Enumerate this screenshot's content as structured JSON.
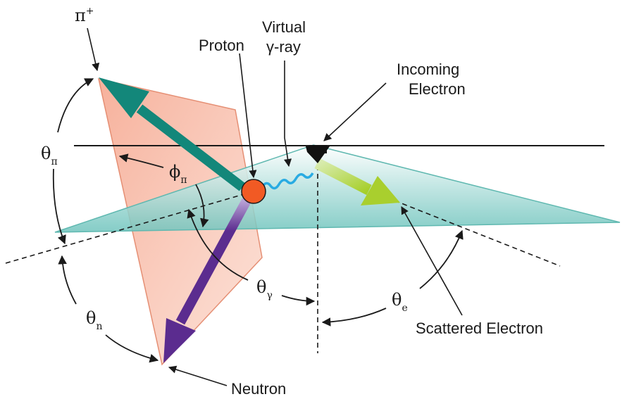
{
  "labels": {
    "pi_plus": {
      "base": "π",
      "sup": "+"
    },
    "proton": "Proton",
    "virtual_line1": "Virtual",
    "virtual_line2": "γ-ray",
    "incoming_line1": "Incoming",
    "incoming_line2": "Electron",
    "scattered": "Scattered Electron",
    "neutron": "Neutron",
    "theta_pi": {
      "base": "θ",
      "sub": "π"
    },
    "phi_pi": {
      "base": "ϕ",
      "sub": "π"
    },
    "theta_gamma": {
      "base": "θ",
      "sub": "γ"
    },
    "theta_e": {
      "base": "θ",
      "sub": "e"
    },
    "theta_n": {
      "base": "θ",
      "sub": "n"
    }
  },
  "colors": {
    "pion_arrow": "#13877a",
    "neutron_arrow": "#5b2c8f",
    "scattered_arrow": "#a9cf2e",
    "proton": "#f15a24",
    "photon": "#29abe2",
    "electron_arrow": "#111111",
    "reaction_plane": "#f5a98b",
    "scattering_plane": "#7ecbc4"
  }
}
